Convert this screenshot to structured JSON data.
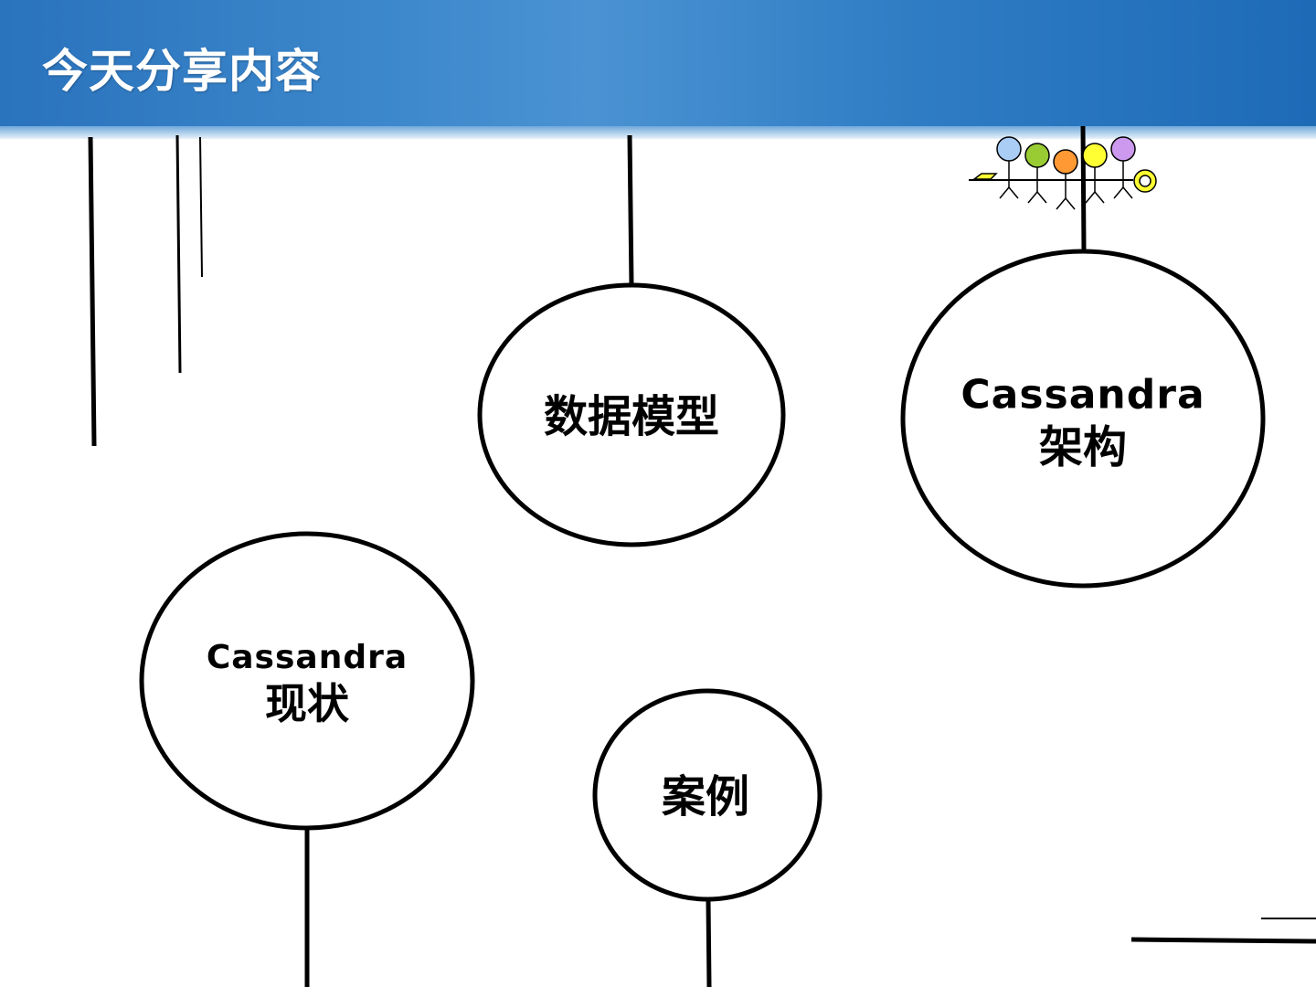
{
  "slide": {
    "title": "今天分享内容"
  },
  "bubbles": {
    "data_model": {
      "label": "数据模型"
    },
    "architecture": {
      "line1": "Cassandra",
      "line2": "架构"
    },
    "status": {
      "line1": "Cassandra",
      "line2": "现状"
    },
    "cases": {
      "label": "案例"
    }
  },
  "colors": {
    "header": "#2f7cc4",
    "figure_heads": [
      "#a9cdf5",
      "#99cc33",
      "#ff9933",
      "#ffff33",
      "#cc99ee"
    ],
    "ring": "#ffff33"
  }
}
